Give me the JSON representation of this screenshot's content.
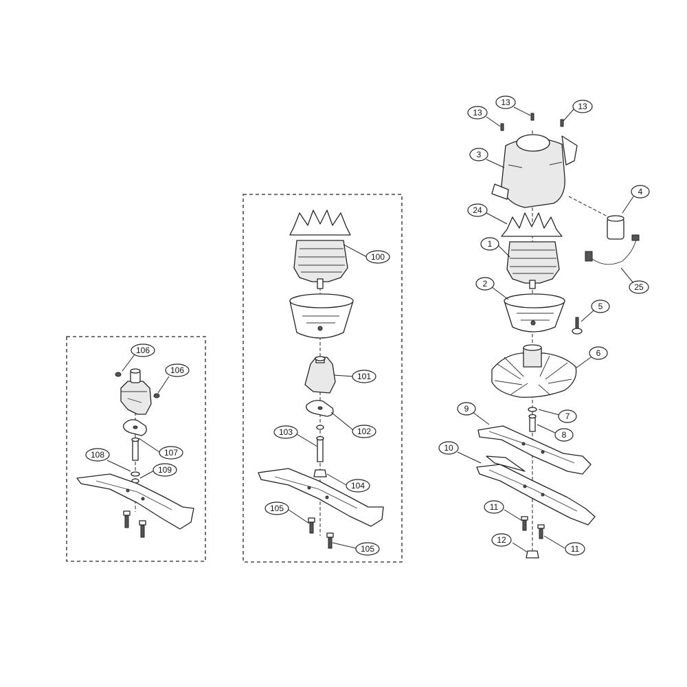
{
  "callouts": {
    "c13a": "13",
    "c13b": "13",
    "c13c": "13",
    "c3": "3",
    "c4": "4",
    "c24": "24",
    "c1": "1",
    "c25": "25",
    "c2": "2",
    "c5": "5",
    "c6": "6",
    "c7": "7",
    "c8": "8",
    "c9": "9",
    "c10": "10",
    "c11a": "11",
    "c11b": "11",
    "c12": "12",
    "c100": "100",
    "c101": "101",
    "c102": "102",
    "c103": "103",
    "c104": "104",
    "c105a": "105",
    "c105b": "105",
    "c106a": "106",
    "c106b": "106",
    "c107": "107",
    "c108": "108",
    "c109": "109"
  },
  "colors": {
    "line": "#222222",
    "background": "#ffffff"
  }
}
